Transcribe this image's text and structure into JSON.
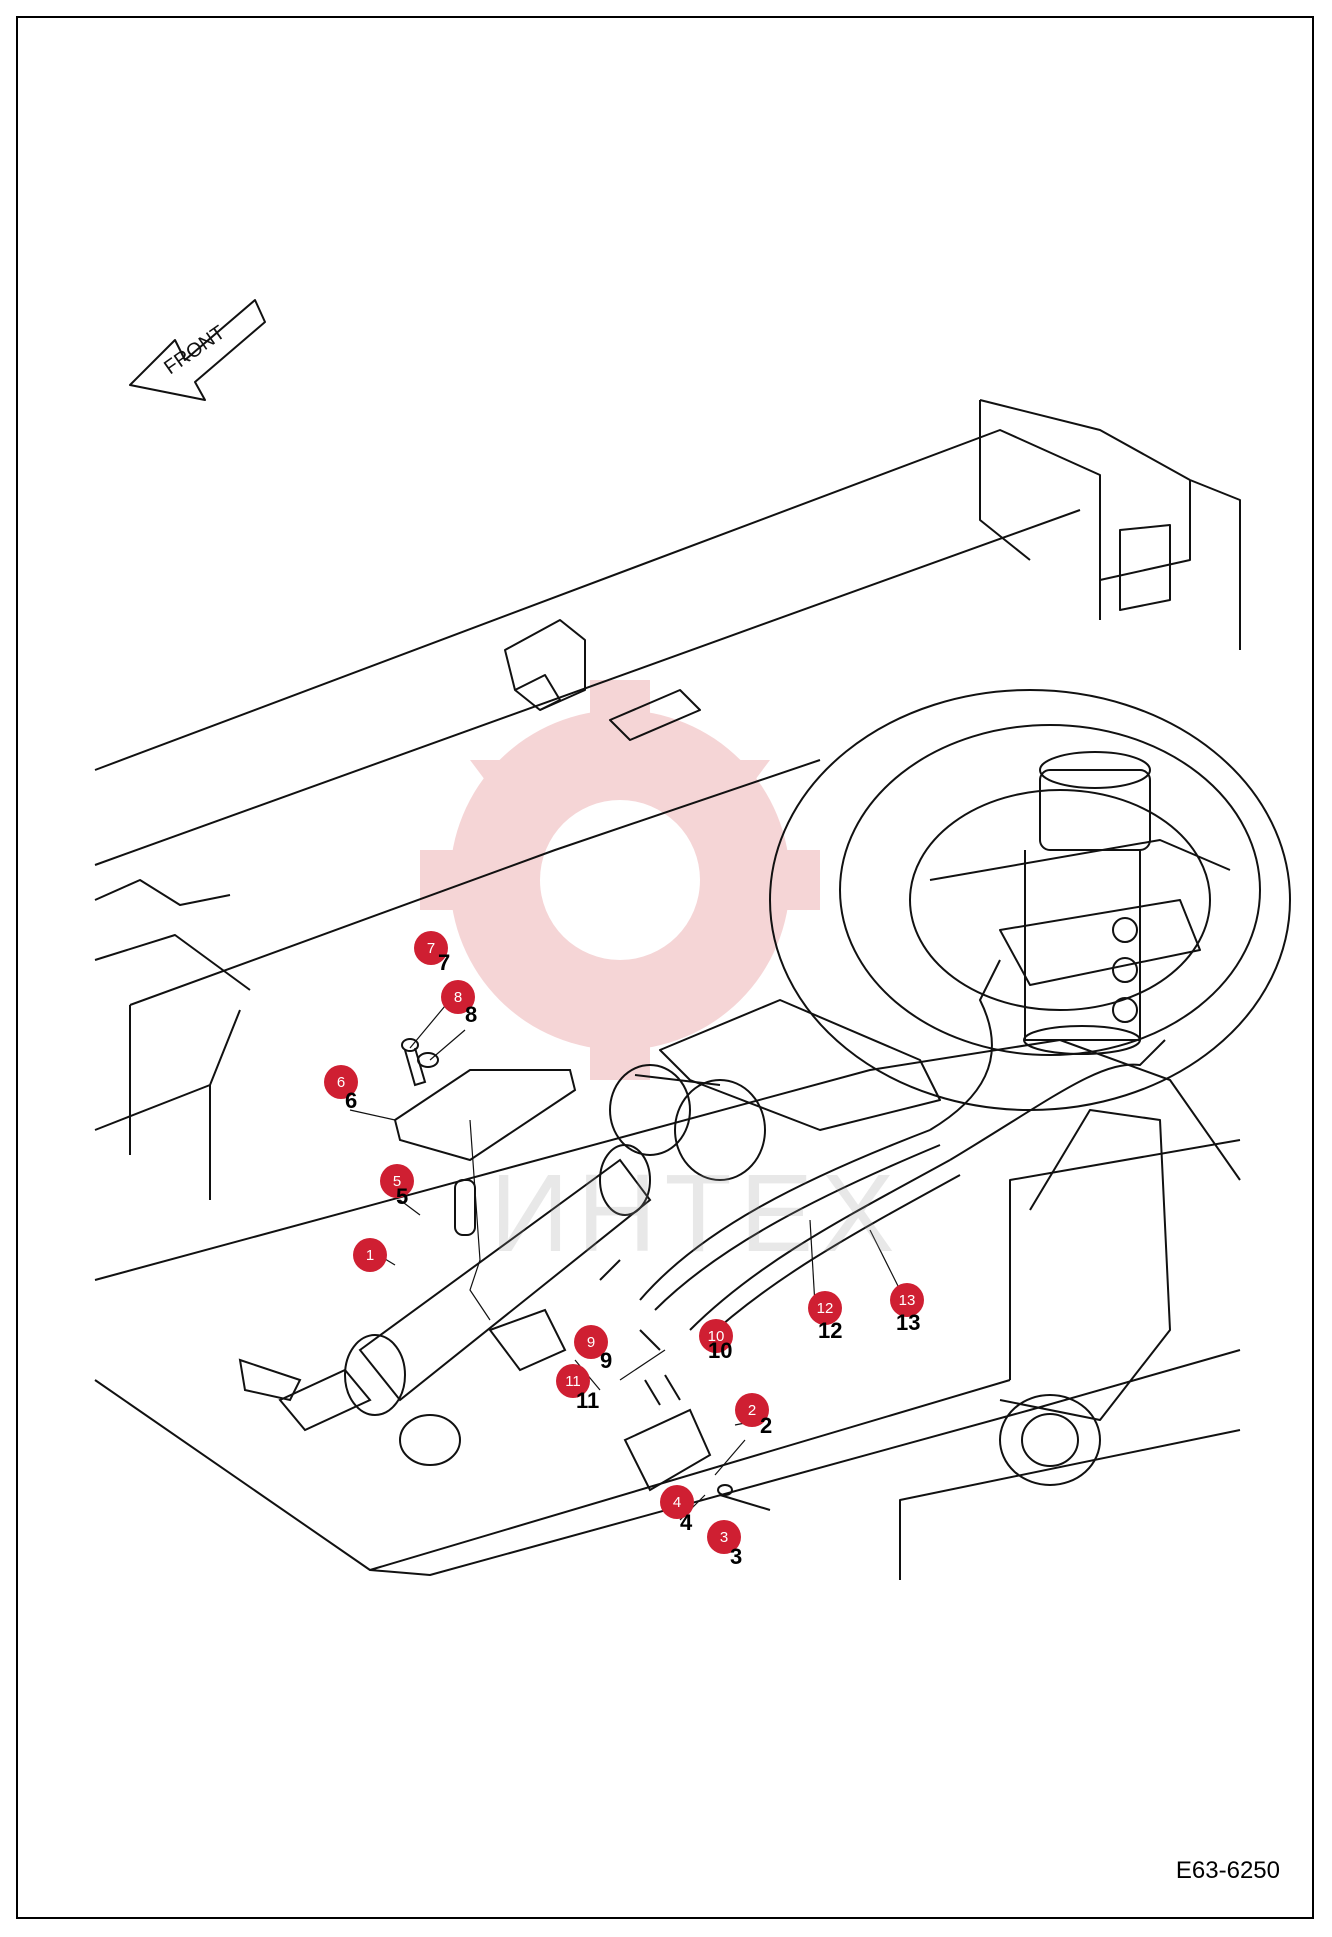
{
  "direction_label": "FRONT",
  "diagram_code": "E63-6250",
  "watermark_text": "ИНТЕХ",
  "colors": {
    "callout": "#cf1f32",
    "line": "#111111",
    "watermark": "#f2c7c9"
  },
  "callouts": [
    {
      "n": "1",
      "label": "1"
    },
    {
      "n": "2",
      "label": "2"
    },
    {
      "n": "3",
      "label": "3"
    },
    {
      "n": "4",
      "label": "4"
    },
    {
      "n": "5",
      "label": "5"
    },
    {
      "n": "6",
      "label": "6"
    },
    {
      "n": "7",
      "label": "7"
    },
    {
      "n": "8",
      "label": "8"
    },
    {
      "n": "9",
      "label": "9"
    },
    {
      "n": "10",
      "label": "10"
    },
    {
      "n": "11",
      "label": "11"
    },
    {
      "n": "12",
      "label": "12"
    },
    {
      "n": "13",
      "label": "13"
    }
  ]
}
